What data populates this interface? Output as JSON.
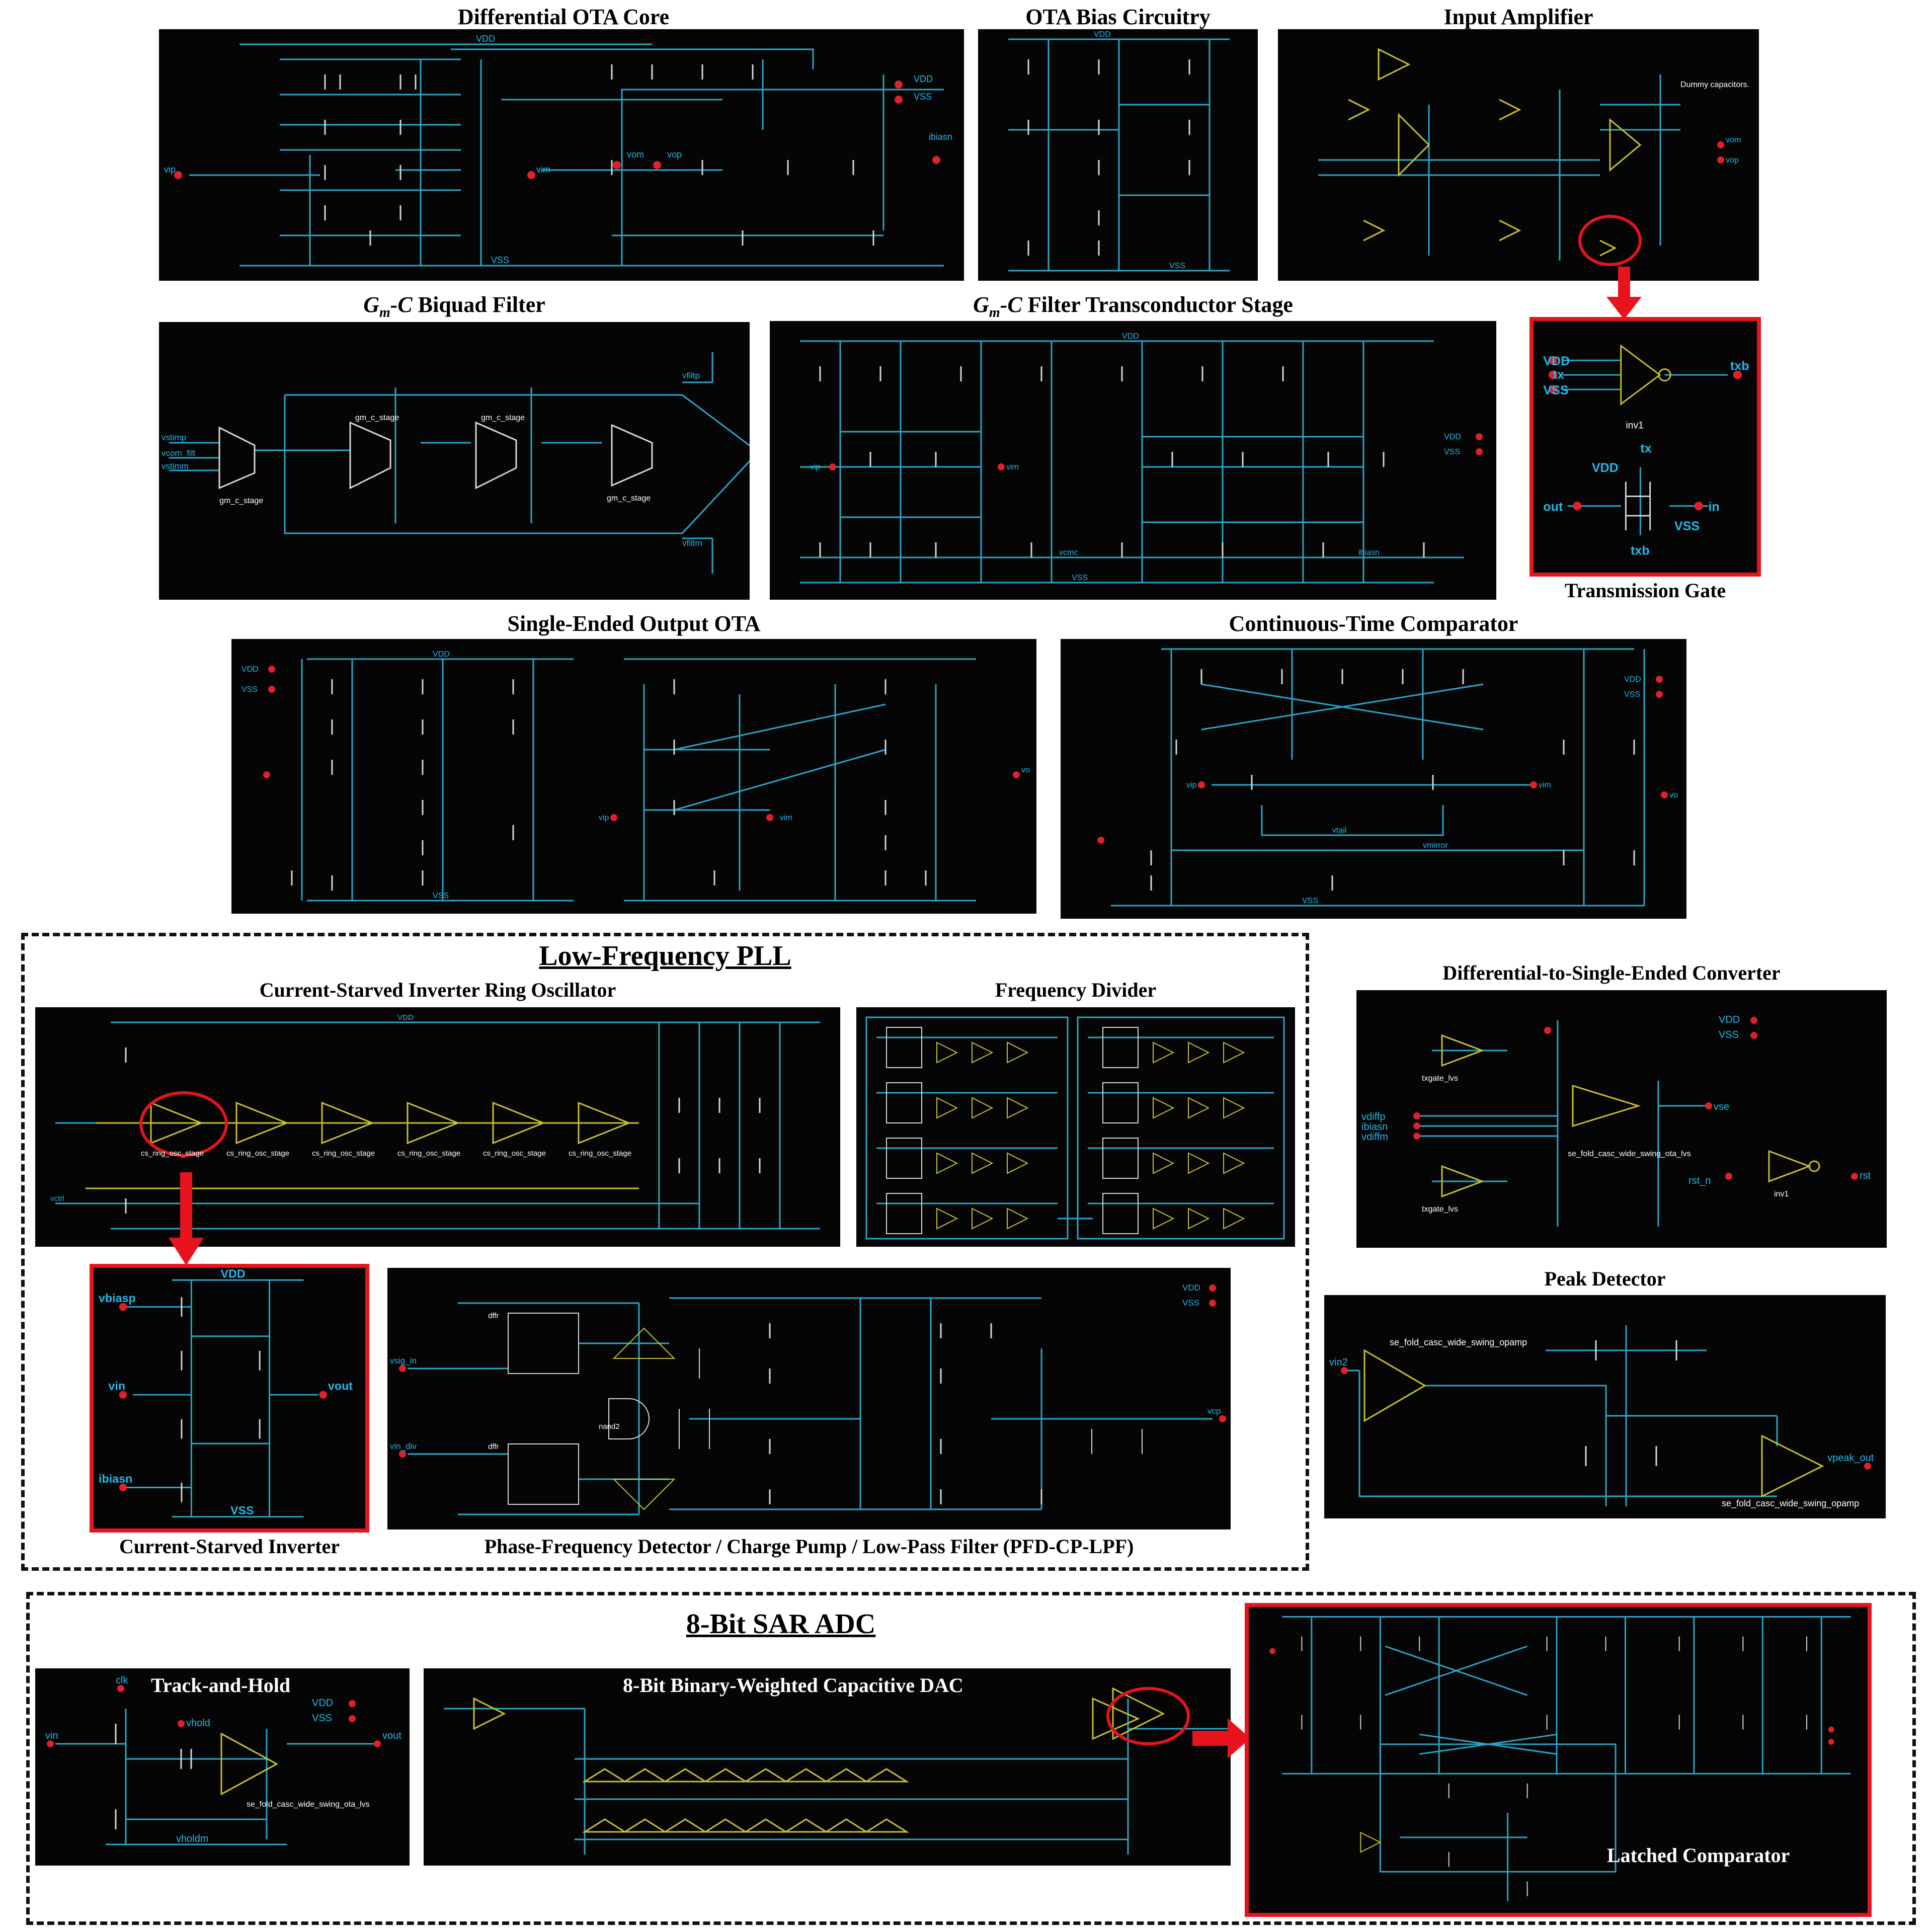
{
  "titles": {
    "diff_ota_core": "Differential OTA Core",
    "ota_bias": "OTA Bias Circuitry",
    "input_amp": "Input Amplifier",
    "gmc_biquad_gm": "G",
    "gmc_biquad_sub": "m",
    "gmc_biquad_c": "-C",
    "gmc_biquad_rest": " Biquad Filter",
    "gmc_stage_rest": " Filter Transconductor Stage",
    "transmission_gate": "Transmission Gate",
    "se_output_ota": "Single-Ended Output OTA",
    "ct_comparator": "Continuous-Time Comparator",
    "lf_pll": "Low-Frequency PLL",
    "ring_osc": "Current-Starved Inverter Ring Oscillator",
    "freq_div": "Frequency Divider",
    "d2s_converter": "Differential-to-Single-Ended Converter",
    "peak_detector": "Peak Detector",
    "cs_inverter": "Current-Starved Inverter",
    "pfd_cp_lpf": "Phase-Frequency Detector / Charge Pump / Low-Pass Filter (PFD-CP-LPF)",
    "sar_adc": "8-Bit SAR ADC",
    "track_hold": "Track-and-Hold",
    "cap_dac": "8-Bit Binary-Weighted Capacitive DAC",
    "latched_comp": "Latched Comparator"
  },
  "labels": {
    "vdd": "VDD",
    "vss": "VSS",
    "vip": "vip",
    "vim": "vim",
    "vom": "vom",
    "vop": "vop",
    "vo": "vo",
    "ibiasn": "ibiasn",
    "vbiasp": "vbiasp",
    "vin": "vin",
    "vout": "vout",
    "tx": "tx",
    "txb": "txb",
    "in": "in",
    "out": "out",
    "inv1": "inv1",
    "vin2": "vin2",
    "vpeak_out": "vpeak_out",
    "vse": "vse",
    "vdiffp": "vdiffp",
    "vdiffm": "vdiffm",
    "rst": "rst",
    "rst_n": "rst_n",
    "clk": "clk",
    "vhold": "vhold",
    "vholdm": "vholdm",
    "vcp": "vcp",
    "vsig_in": "vsig_in",
    "vin_div": "vin_div",
    "vstimp": "vstimp",
    "vstimm": "vstimm",
    "vcom_filt": "vcom_filt",
    "vfiltp": "vfiltp",
    "vfiltm": "vfiltm",
    "gm_c_stage": "gm_c_stage",
    "cs_ring_osc_stage": "cs_ring_osc_stage",
    "se_ota": "se_fold_casc_wide_swing_ota_lvs",
    "se_opamp": "se_fold_casc_wide_swing_opamp",
    "txgate": "txgate_lvs",
    "dummy_caps": "Dummy capacitors.",
    "nand2": "nand2",
    "dffr": "dffr",
    "vctrl": "vctrl",
    "vcmc": "vcmc",
    "vtail": "vtail",
    "vmirror": "vmirror"
  },
  "colors": {
    "wire": "#2aa6c8",
    "device": "#d8d8d8",
    "label": "#22b8e8",
    "pin": "#e0202a",
    "sym": "#c8c030",
    "highlight": "#e8141d"
  }
}
